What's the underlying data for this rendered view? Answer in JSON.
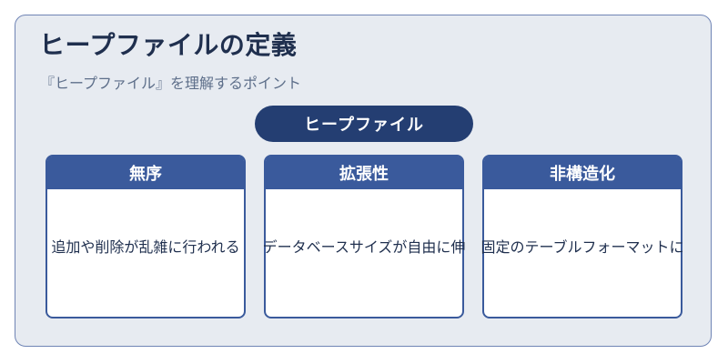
{
  "title": "ヒープファイルの定義",
  "subtitle": "『ヒープファイル』を理解するポイント",
  "center_label": "ヒープファイル",
  "cards": [
    {
      "header": "無序",
      "text": "追加や削除が乱雑に行われる"
    },
    {
      "header": "拡張性",
      "text": "データベースサイズが自由に伸"
    },
    {
      "header": "非構造化",
      "text": "固定のテーブルフォーマットに"
    }
  ]
}
